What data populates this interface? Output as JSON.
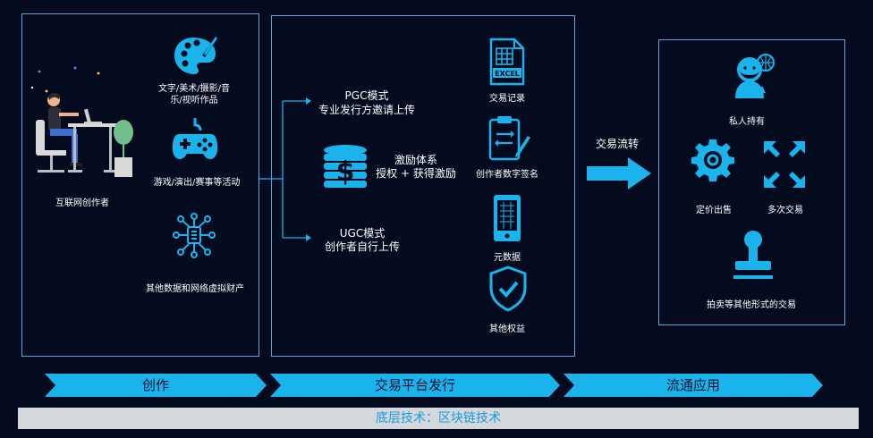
{
  "colors": {
    "background": "#050b1e",
    "accent": "#1ab3ec",
    "border": "#5aa9d8",
    "label_bar": "#d4d7dc"
  },
  "creation": {
    "creator": "互联网创作者",
    "items": [
      {
        "label": "文字/美术/摄影/音\n乐/视听作品",
        "icon": "palette-icon"
      },
      {
        "label": "游戏/演出/赛事等活动",
        "icon": "gamepad-icon"
      },
      {
        "label": "其他数据和网络虚拟财产",
        "icon": "network-icon"
      }
    ]
  },
  "issuance": {
    "pgc": {
      "title": "PGC模式",
      "desc": "专业发行方邀请上传"
    },
    "incentive": {
      "title": "激励体系",
      "desc": "授权 + 获得激励"
    },
    "ugc": {
      "title": "UGC模式",
      "desc": "创作者自行上传"
    },
    "records": [
      {
        "label": "交易记录",
        "icon": "excel-file-icon",
        "badge": "EXCEL"
      },
      {
        "label": "创作者数字签名",
        "icon": "clipboard-sign-icon"
      },
      {
        "label": "元数据",
        "icon": "phone-icon"
      },
      {
        "label": "其他权益",
        "icon": "shield-check-icon"
      }
    ]
  },
  "flow_label": "交易流转",
  "circulation": {
    "private": "私人持有",
    "fixed_price": "定价出售",
    "multi_trade": "多次交易",
    "auction": "拍卖等其他形式的交易"
  },
  "stages": [
    "创作",
    "交易平台发行",
    "流通应用"
  ],
  "bottom": "底层技术：区块链技术"
}
